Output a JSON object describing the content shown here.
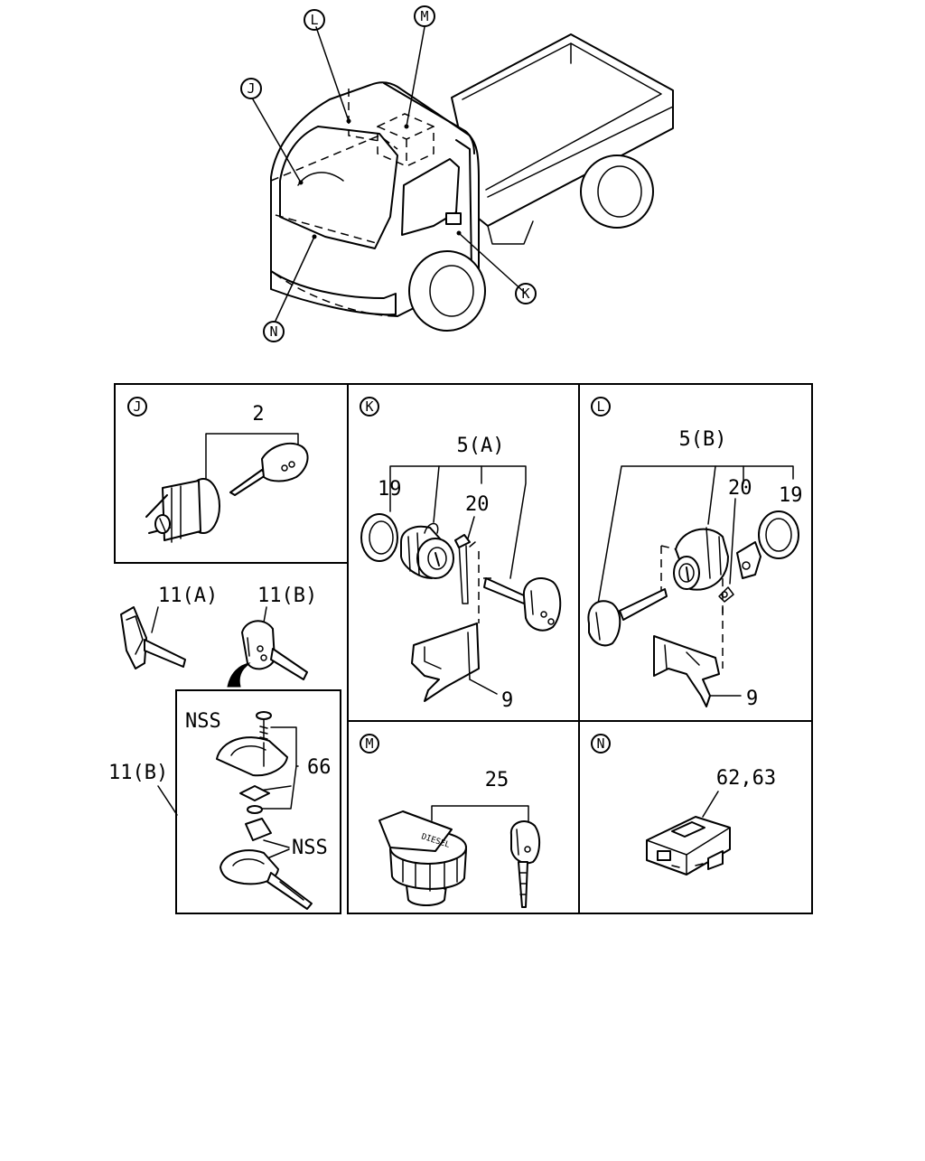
{
  "callouts": {
    "J": "J",
    "K": "K",
    "L": "L",
    "M": "M",
    "N": "N"
  },
  "panels": {
    "j": {
      "callout": "J",
      "part": "2"
    },
    "k": {
      "callout": "K",
      "part_main": "5(A)",
      "ring": "19",
      "spring": "20",
      "bracket": "9"
    },
    "l": {
      "callout": "L",
      "part_main": "5(B)",
      "spring": "20",
      "ring": "19",
      "bracket": "9"
    },
    "m": {
      "callout": "M",
      "part": "25"
    },
    "n": {
      "callout": "N",
      "part": "62,63"
    }
  },
  "keys": {
    "a": "11(A)",
    "b": "11(B)"
  },
  "transponder": {
    "outer_label": "11(B)",
    "nss_top": "NSS",
    "screw_group": "66",
    "nss_bottom": "NSS"
  },
  "cap_marking": "DIESEL"
}
